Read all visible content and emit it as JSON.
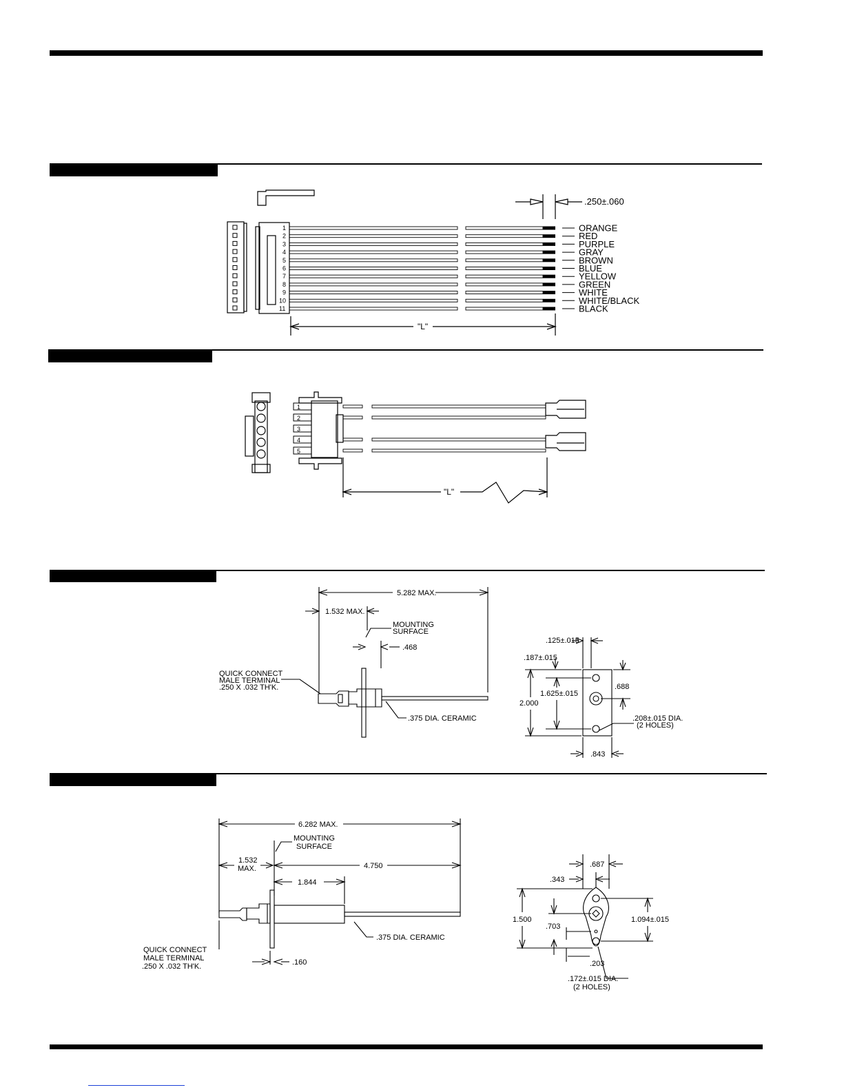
{
  "harness_11pin": {
    "strip_dim": ".250±.060",
    "length_label": "\"L\"",
    "pins": [
      "1",
      "2",
      "3",
      "4",
      "5",
      "6",
      "7",
      "8",
      "9",
      "10",
      "11"
    ],
    "wire_colors": [
      "ORANGE",
      "RED",
      "PURPLE",
      "GRAY",
      "BROWN",
      "BLUE",
      "YELLOW",
      "GREEN",
      "WHITE",
      "WHITE/BLACK",
      "BLACK"
    ]
  },
  "harness_5pin": {
    "length_label": "\"L\"",
    "pins": [
      "1",
      "2",
      "3",
      "4",
      "5"
    ]
  },
  "igniter_a": {
    "overall": "5.282 MAX.",
    "terminal_length": "1.532 MAX.",
    "mounting_surface": [
      "MOUNTING",
      "SURFACE"
    ],
    "flange_offset": ".468",
    "terminal_note": [
      "QUICK CONNECT",
      "MALE TERMINAL",
      ".250 X .032 TH'K."
    ],
    "ceramic": ".375 DIA. CERAMIC",
    "bracket": {
      "hole_offset_x": ".125±.015",
      "hole_offset_y": ".187±.015",
      "hole_spacing": "1.625±.015",
      "center_dim": ".688",
      "height": "2.000",
      "width": ".843",
      "holes": [
        ".208±.015 DIA.",
        "(2 HOLES)"
      ]
    }
  },
  "igniter_b": {
    "overall": "6.282 MAX.",
    "terminal_length": [
      "1.532",
      "MAX."
    ],
    "mounting_surface": [
      "MOUNTING",
      "SURFACE"
    ],
    "element_length": "4.750",
    "body_length": "1.844",
    "flange_thickness": ".160",
    "terminal_note": [
      "QUICK CONNECT",
      "MALE TERMINAL",
      ".250 X .032 TH'K."
    ],
    "ceramic": ".375 DIA. CERAMIC",
    "bracket": {
      "width": ".687",
      "half_width": ".343",
      "height": "1.500",
      "hole_spacing": "1.094±.015",
      "center_offset": ".703",
      "bottom_offset": ".203",
      "holes": [
        ".172±.015 DIA.",
        "(2 HOLES)"
      ]
    }
  }
}
